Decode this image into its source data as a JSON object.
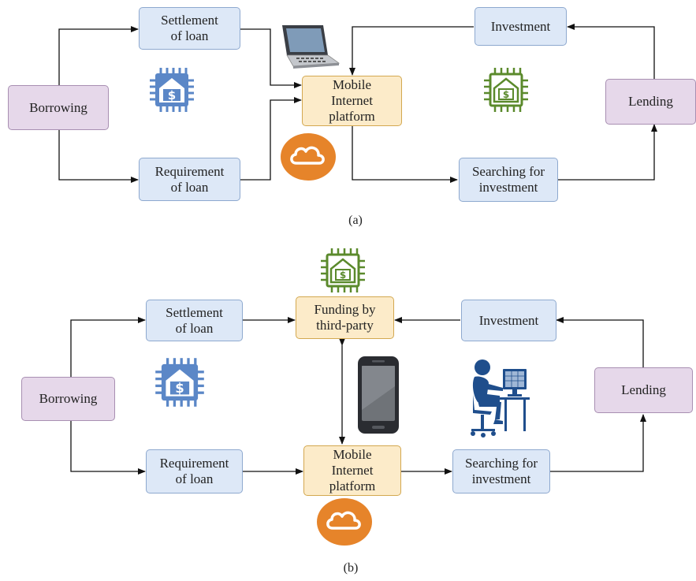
{
  "panel_a": {
    "caption": "(a)",
    "borrowing": "Borrowing",
    "settlement": "Settlement\nof loan",
    "requirement": "Requirement\nof loan",
    "platform": "Mobile\nInternet\nplatform",
    "investment": "Investment",
    "searching": "Searching for\ninvestment",
    "lending": "Lending",
    "icons": [
      "laptop-icon",
      "blue-bank-chip-icon",
      "cloud-icon",
      "green-bank-chip-icon"
    ]
  },
  "panel_b": {
    "caption": "(b)",
    "borrowing": "Borrowing",
    "settlement": "Settlement\nof loan",
    "requirement": "Requirement\nof loan",
    "funding": "Funding by\nthird-party",
    "platform": "Mobile\nInternet\nplatform",
    "investment": "Investment",
    "searching": "Searching for\ninvestment",
    "lending": "Lending",
    "icons": [
      "green-bank-chip-icon",
      "blue-bank-chip-icon",
      "smartphone-icon",
      "person-at-computer-icon",
      "cloud-icon"
    ]
  },
  "colors": {
    "blue_box": "#dde8f7",
    "purple_box": "#e6d8ea",
    "orange_box": "#fcebc9",
    "blue_chip": "#5b87c7",
    "green_chip": "#5b8a2c",
    "cloud": "#e6842a"
  }
}
